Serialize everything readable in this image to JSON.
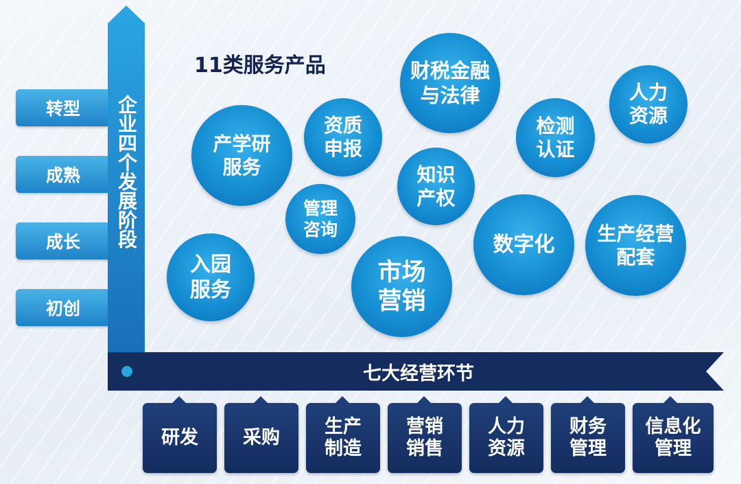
{
  "title": "11类服务产品",
  "vertical_axis_label": "企业四个发展阶段",
  "horizontal_axis_label": "七大经营环节",
  "stages": [
    "转型",
    "成熟",
    "成长",
    "初创"
  ],
  "services": [
    {
      "label": "财税金融\n与法律"
    },
    {
      "label": "人力\n资源"
    },
    {
      "label": "资质\n申报"
    },
    {
      "label": "检测\n认证"
    },
    {
      "label": "产学研\n服务"
    },
    {
      "label": "知识\n产权"
    },
    {
      "label": "管理\n咨询"
    },
    {
      "label": "数字化"
    },
    {
      "label": "生产经营\n配套"
    },
    {
      "label": "入园\n服务"
    },
    {
      "label": "市场\n营销"
    }
  ],
  "links": [
    {
      "label": "研发"
    },
    {
      "label": "采购"
    },
    {
      "label": "生产\n制造"
    },
    {
      "label": "营销\n销售"
    },
    {
      "label": "人力\n资源"
    },
    {
      "label": "财务\n管理"
    },
    {
      "label": "信息化\n管理"
    }
  ],
  "colors": {
    "stage_blue": "#2a95d6",
    "axis_navy": "#142c5e",
    "circle_blue": "#168ed3",
    "title_navy": "#15244f"
  }
}
